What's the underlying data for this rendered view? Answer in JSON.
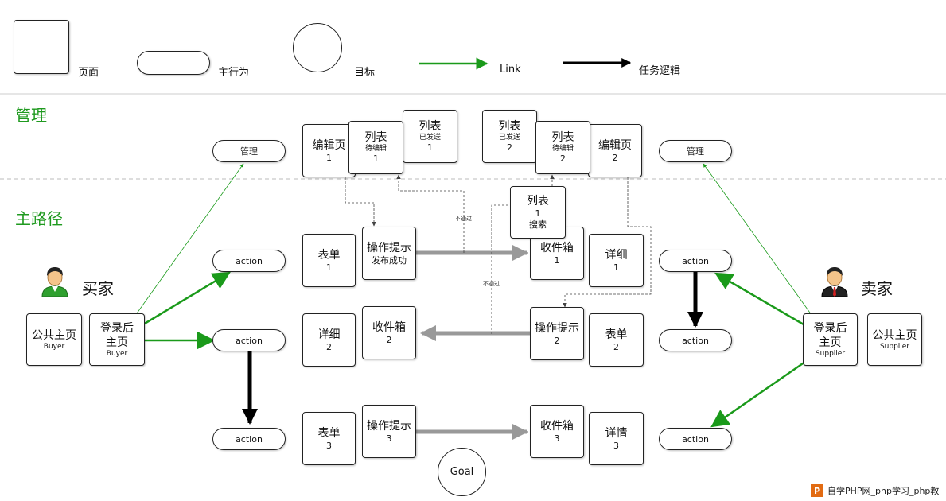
{
  "legend": {
    "page": "页面",
    "main_action": "主行为",
    "goal": "目标",
    "link": "Link",
    "task_logic": "任务逻辑"
  },
  "sections": {
    "admin": "管理",
    "main_path": "主路径"
  },
  "roles": {
    "buyer": "买家",
    "seller": "卖家"
  },
  "pills": {
    "admin_left": "管理",
    "admin_right": "管理",
    "action_l1": "action",
    "action_l2": "action",
    "action_l3": "action",
    "action_r1": "action",
    "action_r2": "action",
    "action_r3": "action"
  },
  "nodes": {
    "edit1": [
      "编辑页",
      "1"
    ],
    "list_edit1": [
      "列表",
      "待编辑",
      "1"
    ],
    "list_sent1": [
      "列表",
      "已发送",
      "1"
    ],
    "list_sent2": [
      "列表",
      "已发送",
      "2"
    ],
    "list_edit2": [
      "列表",
      "待编辑",
      "2"
    ],
    "edit2": [
      "编辑页",
      "2"
    ],
    "list_search": [
      "列表",
      "1",
      "搜索"
    ],
    "form1": [
      "表单",
      "1"
    ],
    "tip1": [
      "操作提示",
      "发布成功"
    ],
    "inbox1": [
      "收件箱",
      "1"
    ],
    "detail1": [
      "详细",
      "1"
    ],
    "detail2": [
      "详细",
      "2"
    ],
    "inbox2": [
      "收件箱",
      "2"
    ],
    "tip2": [
      "操作提示",
      "2"
    ],
    "form2": [
      "表单",
      "2"
    ],
    "form3": [
      "表单",
      "3"
    ],
    "tip3": [
      "操作提示",
      "3"
    ],
    "inbox3": [
      "收件箱",
      "3"
    ],
    "detail3": [
      "详情",
      "3"
    ],
    "buyer_public": [
      "公共主页",
      "Buyer"
    ],
    "buyer_home": [
      "登录后",
      "主页",
      "Buyer"
    ],
    "seller_home": [
      "登录后",
      "主页",
      "Supplier"
    ],
    "seller_public": [
      "公共主页",
      "Supplier"
    ]
  },
  "goal": "Goal",
  "notes": {
    "reject1": "不通过",
    "reject2": "不通过"
  },
  "footer": "自学PHP网_php学习_php教",
  "colors": {
    "link": "#1a9a1a",
    "logic": "#000000",
    "flow": "#999999",
    "section": "#1f9a1f"
  }
}
